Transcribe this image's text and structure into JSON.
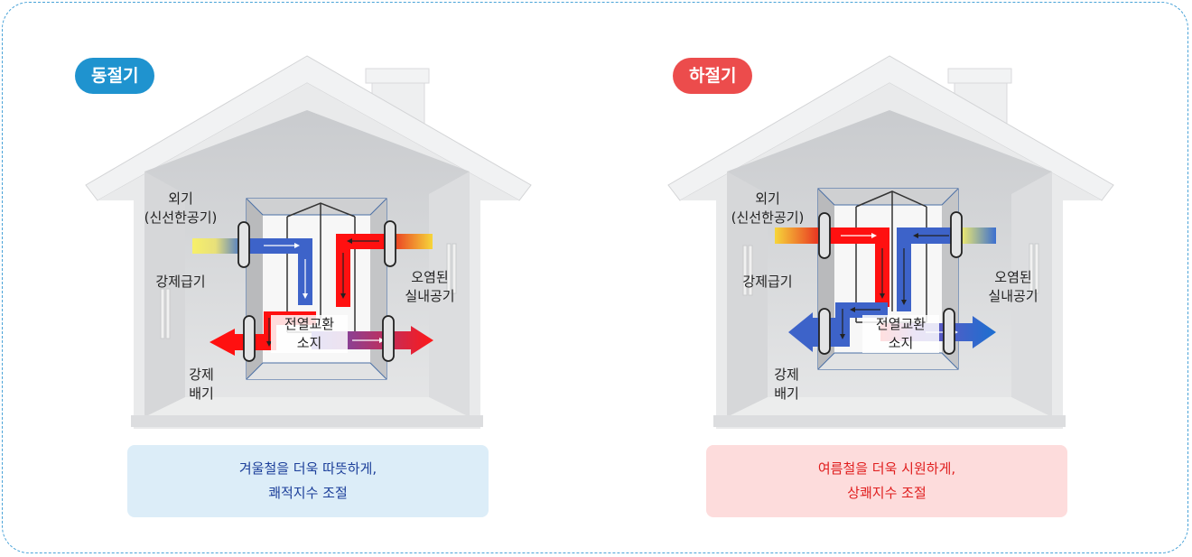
{
  "panels": [
    {
      "season": "동절기",
      "season_color": "#1f93cf",
      "labels": {
        "outside_air": "외기\n(신선한공기)",
        "forced_supply": "강제급기",
        "polluted_air": "오염된\n실내공기",
        "heat_exchange": "전열교환\n소지",
        "forced_exhaust": "강제\n배기"
      },
      "caption": "겨울철을 더욱 따뜻하게,\n쾌적지수 조절",
      "caption_bg": "#dcedf8",
      "caption_color": "#1c3f9a"
    },
    {
      "season": "하절기",
      "season_color": "#ec4c4c",
      "labels": {
        "outside_air": "외기\n(신선한공기)",
        "forced_supply": "강제급기",
        "polluted_air": "오염된\n실내공기",
        "heat_exchange": "전열교환\n소지",
        "forced_exhaust": "강제\n배기"
      },
      "caption": "여름철을 더욱 시원하게,\n상쾌지수 조절",
      "caption_bg": "#fddcdc",
      "caption_color": "#e01e1e"
    }
  ]
}
